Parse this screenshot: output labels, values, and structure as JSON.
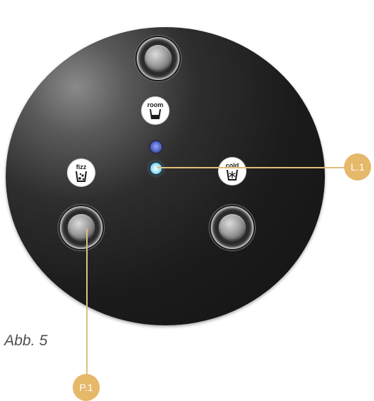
{
  "figure": {
    "caption": "Abb. 5"
  },
  "panel": {
    "badges": {
      "room": "room",
      "fizz": "fizz",
      "cold": "cold"
    },
    "leds": [
      {
        "name": "upper",
        "color": "#5a6fd0"
      },
      {
        "name": "lower",
        "color": "#8fd8ee"
      }
    ]
  },
  "callouts": {
    "led": "L.1",
    "push_button": "P.1",
    "color": "#e6b86a"
  }
}
